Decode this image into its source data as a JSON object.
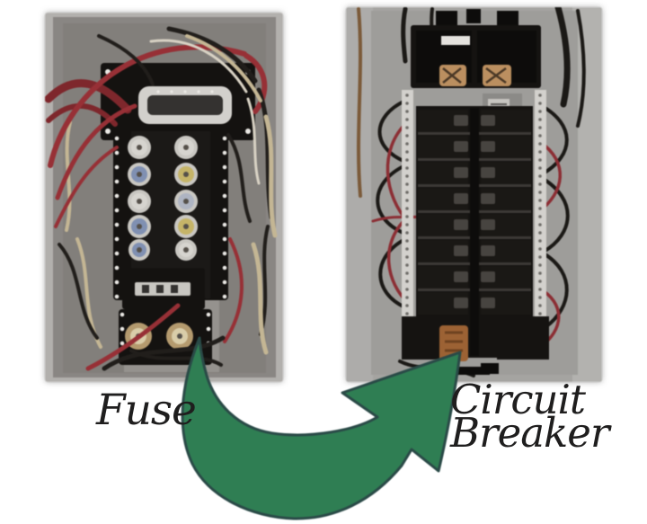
{
  "page": {
    "title": "Fuse panel upgraded to circuit breaker panel graphic",
    "background": "#ffffff"
  },
  "labels": {
    "fuse": "Fuse",
    "circuit_breaker_line1": "Circuit",
    "circuit_breaker_line2": "Breaker",
    "text_color": "#1f1e1e"
  },
  "arrow": {
    "meaning": "fuse panel replaced by circuit breaker panel",
    "fill": "#2f7e53",
    "outline": "#2a4a47"
  },
  "photos": {
    "left": {
      "subject": "old fuse box with tangled wiring and screw-in glass fuses",
      "frame_color": "#b2b0ad",
      "panel_color": "#898683",
      "block_black": "#141210",
      "metal_silver": "#d2d0cc",
      "brass": "#b49a6e",
      "fuse_silver": "#d6d4cf",
      "fuse_blue": "#8090b2",
      "fuse_yellow": "#c5b468",
      "wire_red": "#973036",
      "wire_dark_red": "#7e272c",
      "wire_black": "#211e1b",
      "wire_tan": "#c4b694"
    },
    "right": {
      "subject": "modern circuit breaker load center with two breaker columns",
      "panel_color": "#a5a4a1",
      "breaker_black": "#151311",
      "bus_silver": "#d3d1cd",
      "copper": "#bb8f60",
      "label_gray": "#8b8a87",
      "orange_part": "#9c6234",
      "wire_black": "#1b1916",
      "wire_red": "#8c2e34",
      "wire_brown": "#7b5a39"
    }
  }
}
